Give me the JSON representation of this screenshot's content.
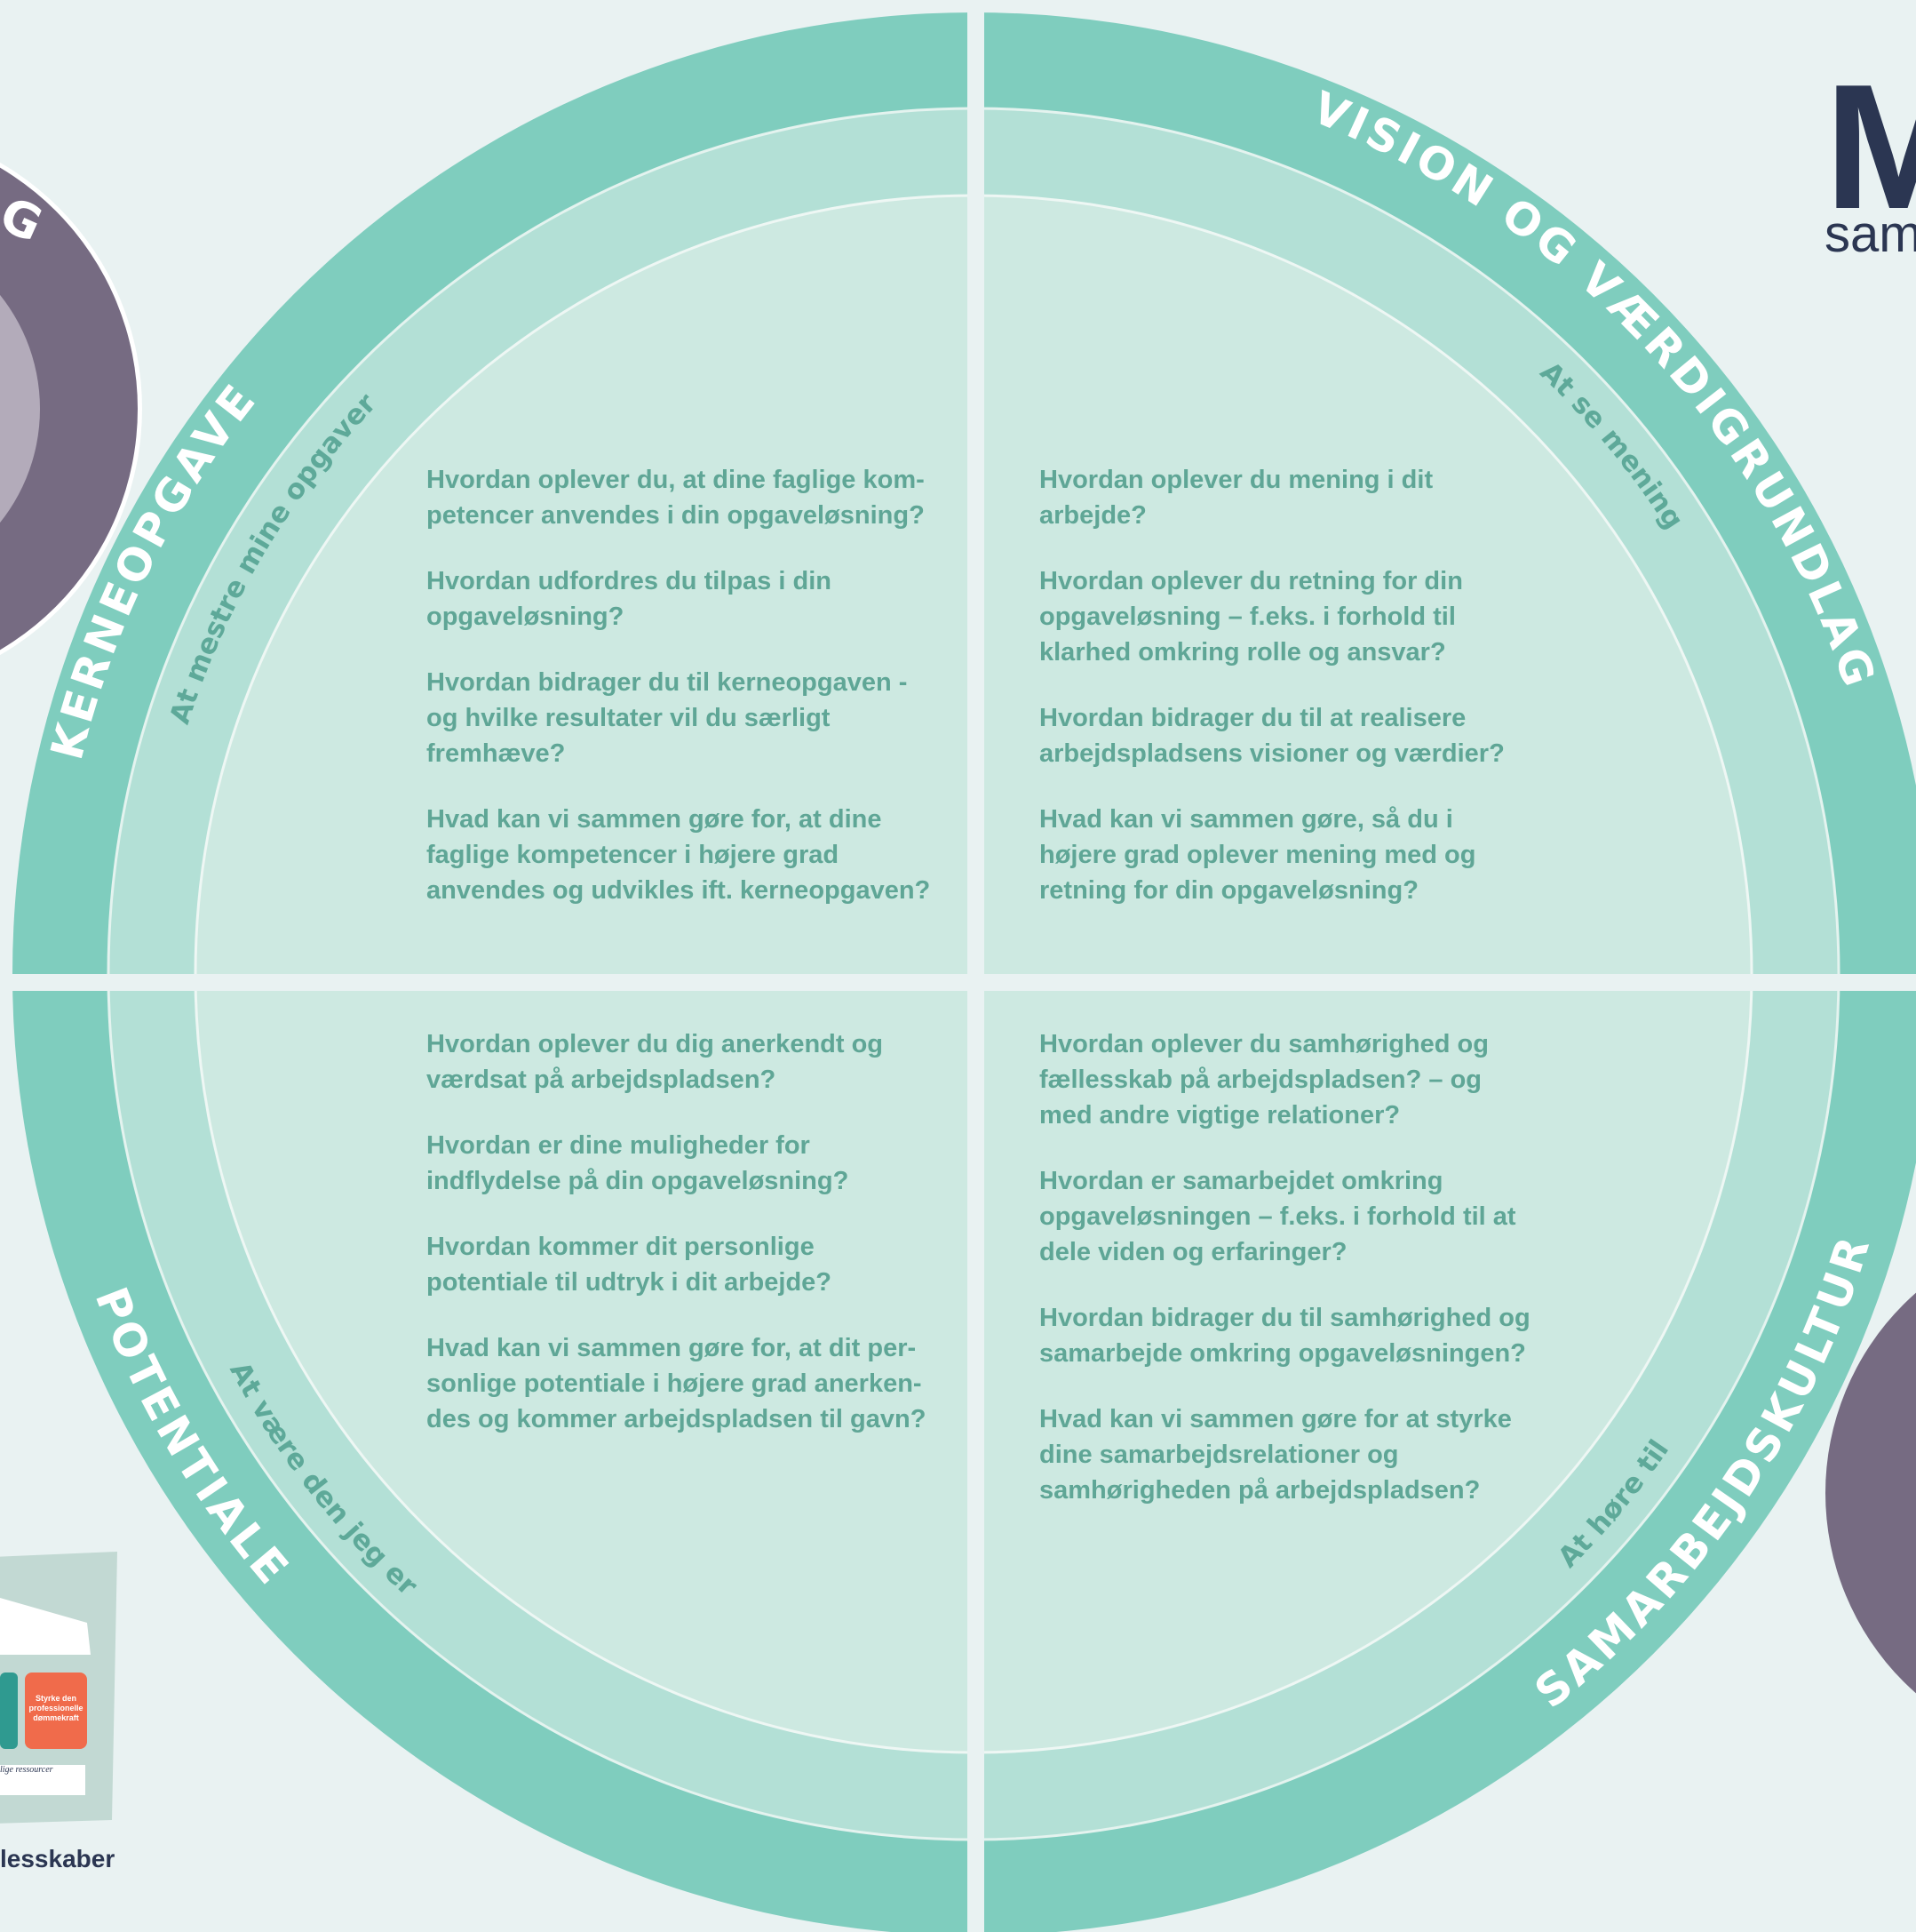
{
  "quadrants": {
    "top_left": {
      "ring_title": "KERNEOPGAVE",
      "ring_subtitle": "At mestre mine opgaver",
      "questions": [
        "Hvordan oplever du, at dine faglige kom-petencer anvendes i din opgaveløsning?",
        "Hvordan udfordres du tilpas i din opgaveløsning?",
        "Hvordan bidrager du til kerneopgaven - og hvilke resultater vil du særligt fremhæve?",
        "Hvad kan vi sammen gøre for, at dine faglige kompetencer i højere grad anvendes og udvikles ift. kerneopgaven?"
      ]
    },
    "top_right": {
      "ring_title": "VISION OG VÆRDIGRUNDLAG",
      "ring_subtitle": "At se mening",
      "questions": [
        "Hvordan oplever du mening i dit arbejde?",
        "Hvordan oplever du retning for din opgaveløsning – f.eks. i forhold til klarhed omkring rolle og ansvar?",
        "Hvordan bidrager du til at realisere arbejdspladsens visioner og værdier?",
        "Hvad kan vi sammen gøre, så du i højere grad oplever mening med og retning for din opgaveløsning?"
      ]
    },
    "bottom_left": {
      "ring_title": "POTENTIALE",
      "ring_subtitle": "At være den jeg er",
      "questions": [
        "Hvordan oplever du dig anerkendt og værdsat på arbejdspladsen?",
        "Hvordan er dine muligheder for indflydelse på din opgaveløsning?",
        "Hvordan kommer dit personlige potentiale til udtryk i dit arbejde?",
        "Hvad kan vi sammen gøre for, at dit per-sonlige potentiale i højere grad anerken-des og kommer arbejdspladsen til gavn?"
      ]
    },
    "bottom_right": {
      "ring_title": "SAMARBEJDSKULTUR",
      "ring_subtitle": "At høre til",
      "questions": [
        "Hvordan oplever du samhørighed og fællesskab på arbejdspladsen? – og med andre vigtige relationer?",
        "Hvordan er samarbejdet omkring opgaveløsningen – f.eks. i forhold til at dele viden og erfaringer?",
        "Hvordan bidrager du til samhørighed og samarbejde omkring opgaveløsningen?",
        "Hvad kan vi sammen gøre for at styrke dine samarbejdsrelationer og samhørigheden på arbejdspladsen?"
      ]
    }
  },
  "logo": {
    "big": "M",
    "sub": "sam"
  },
  "booklet": {
    "card_text": "Styrke den professionelle dømmekraft",
    "footer_text": "lige ressourcer",
    "caption": "lesskaber"
  },
  "colors": {
    "background": "#e9f2f2",
    "outer_ring": "#7fcdbe",
    "middle_ring": "#b3e0d6",
    "inner_disc": "#cde9e1",
    "question_text": "#5fa696",
    "side_circle": "#766b82",
    "logo_text": "#2b3652"
  }
}
